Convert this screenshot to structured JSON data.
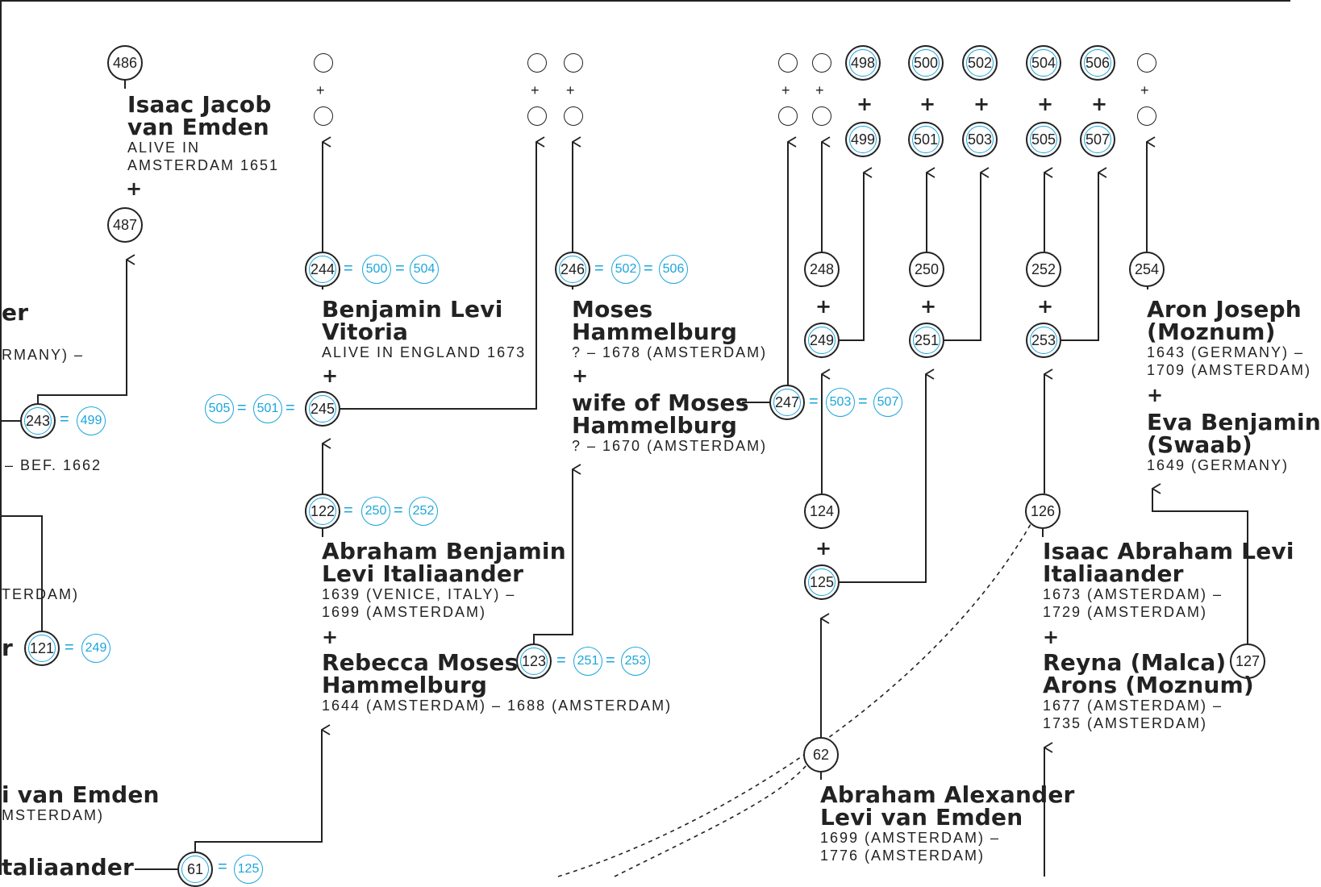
{
  "accent_color": "#1aa6dc",
  "line_color": "#222222",
  "parent_placeholders": {
    "plus": "+"
  },
  "persons": {
    "isaac_van_emden": {
      "name1": "Isaac Jacob",
      "name2": "van Emden",
      "info1": "ALIVE IN",
      "info2": "AMSTERDAM 1651"
    },
    "benjamin_vitoria": {
      "name1": "Benjamin Levi",
      "name2": "Vitoria",
      "info1": "ALIVE IN ENGLAND 1673"
    },
    "moses_hammelburg": {
      "name1": "Moses",
      "name2": "Hammelburg",
      "info1": "? – 1678 (AMSTERDAM)"
    },
    "wife_moses": {
      "name1": "wife of Moses",
      "name2": "Hammelburg",
      "info1": "? – 1670 (AMSTERDAM)"
    },
    "aron_moznum": {
      "name1": "Aron Joseph",
      "name2": "(Moznum)",
      "info1": "1643 (GERMANY) –",
      "info2": "1709 (AMSTERDAM)"
    },
    "eva_swaab": {
      "name1": "Eva Benjamin",
      "name2": "(Swaab)",
      "info1": "1649 (GERMANY)"
    },
    "abraham_italiaander": {
      "name1": "Abraham Benjamin",
      "name2": "Levi Italiaander",
      "info1": "1639 (VENICE, ITALY) –",
      "info2": "1699 (AMSTERDAM)"
    },
    "rebecca_hammelburg": {
      "name1": "Rebecca Moses",
      "name2": "Hammelburg",
      "info1": "1644 (AMSTERDAM) – 1688 (AMSTERDAM)"
    },
    "isaac_abraham_italiaander": {
      "name1": "Isaac Abraham Levi",
      "name2": "Italiaander",
      "info1": "1673 (AMSTERDAM) –",
      "info2": "1729 (AMSTERDAM)"
    },
    "reyna_arons": {
      "name1": "Reyna (Malca)",
      "name2": "Arons (Moznum)",
      "info1": "1677 (AMSTERDAM) –",
      "info2": "1735 (AMSTERDAM)"
    },
    "abraham_alexander": {
      "name1": "Abraham Alexander",
      "name2": "Levi van Emden",
      "info1": "1699 (AMSTERDAM) –",
      "info2": "1776 (AMSTERDAM)"
    }
  },
  "fragments": {
    "er": "er",
    "germany_tail": "RMANY) –",
    "bef_1662": "– BEF. 1662",
    "terdam": "TERDAM)",
    "r": "r",
    "i_van_emden": "i van Emden",
    "msterdam": "MSTERDAM)",
    "taliaander": "taliaander"
  },
  "nodes": {
    "n486": "486",
    "n487": "487",
    "n498": "498",
    "n499": "499",
    "n500": "500",
    "n501": "501",
    "n502": "502",
    "n503": "503",
    "n504": "504",
    "n505": "505",
    "n506": "506",
    "n507": "507",
    "n243": "243",
    "n244": "244",
    "n245": "245",
    "n246": "246",
    "n247": "247",
    "n248": "248",
    "n249": "249",
    "n250": "250",
    "n251": "251",
    "n252": "252",
    "n253": "253",
    "n254": "254",
    "n121": "121",
    "n122": "122",
    "n123": "123",
    "n124": "124",
    "n125": "125",
    "n126": "126",
    "n127": "127",
    "n61": "61",
    "n62": "62"
  },
  "duplicate_refs": {
    "eq": "=",
    "r244_a": "500",
    "r244_b": "504",
    "r246_a": "502",
    "r246_b": "506",
    "r245_a": "505",
    "r245_b": "501",
    "r243_a": "499",
    "r247_a": "503",
    "r247_b": "507",
    "r122_a": "250",
    "r122_b": "252",
    "r121_a": "249",
    "r123_a": "251",
    "r123_b": "253",
    "r61_a": "125"
  }
}
